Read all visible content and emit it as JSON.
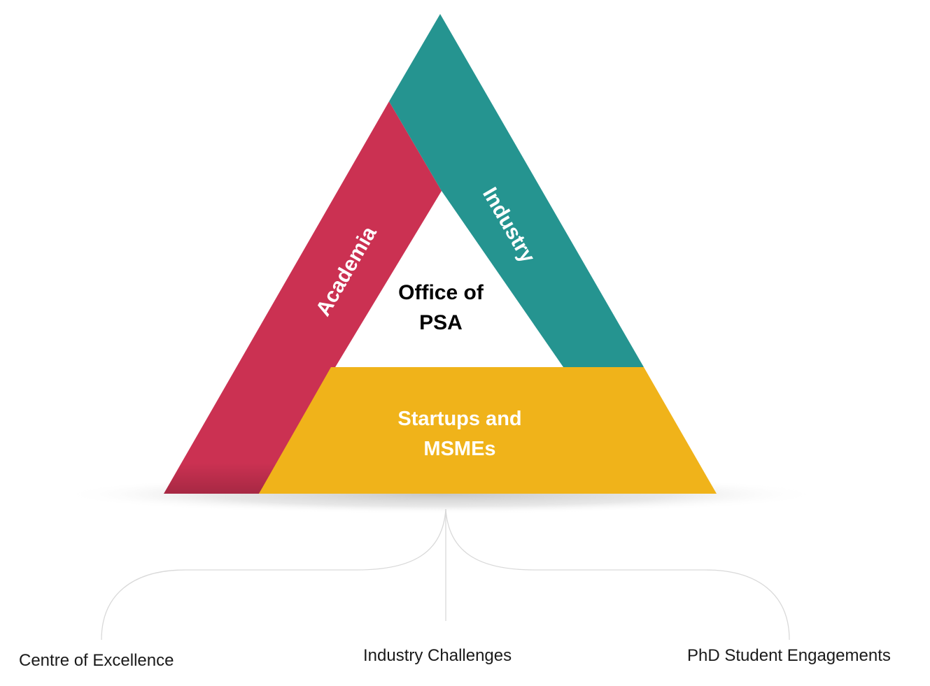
{
  "triangle": {
    "academia": {
      "label": "Academia",
      "color": "#cb3152"
    },
    "industry": {
      "label": "Industry",
      "color": "#259490"
    },
    "startups": {
      "label_line1": "Startups and",
      "label_line2": "MSMEs",
      "color": "#f0b31a"
    },
    "center": {
      "label_line1": "Office of",
      "label_line2": "PSA"
    }
  },
  "branches": [
    {
      "label": "Centre of Excellence"
    },
    {
      "label": "Industry Challenges"
    },
    {
      "label": "PhD Student Engagements"
    }
  ],
  "colors": {
    "connector_line": "#d9d9d9",
    "text": "#1a1a1a"
  }
}
